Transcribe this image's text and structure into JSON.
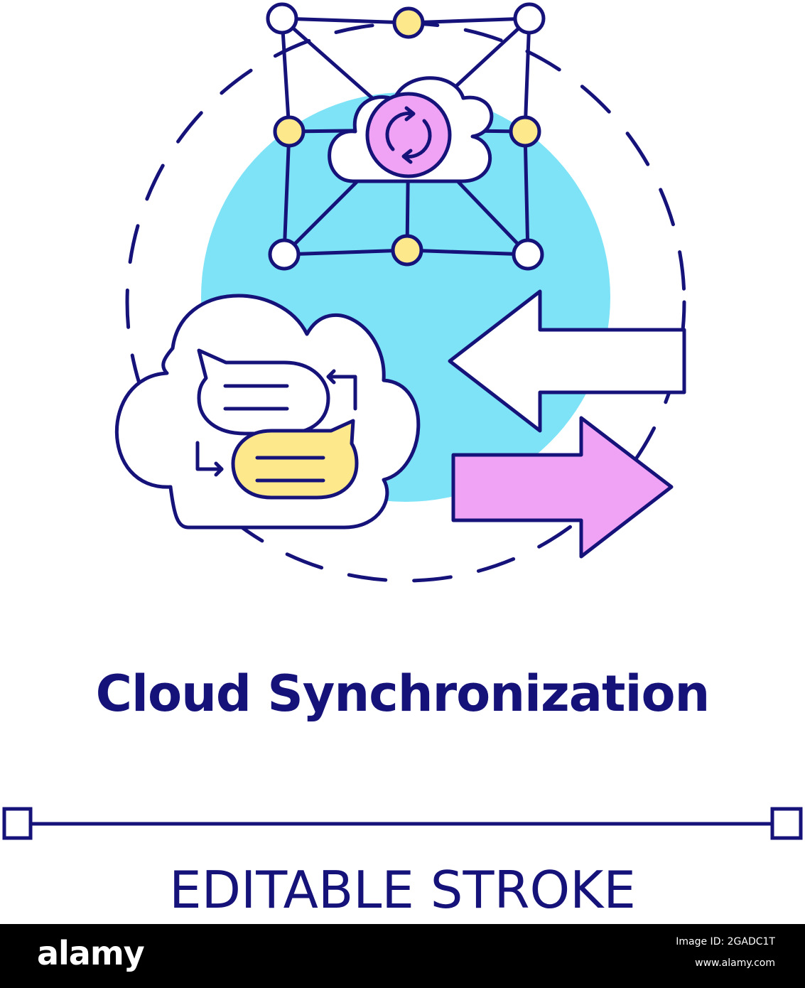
{
  "illustration": {
    "title": "Cloud Synchronization",
    "subtitle": "EDITABLE STROKE",
    "colors": {
      "outline": "#15127a",
      "blue_circle": "#7ee3f7",
      "yellow": "#fde98c",
      "purple": "#f0a3f5",
      "white": "#ffffff"
    },
    "icons": [
      "network-icon",
      "cloud-icon",
      "sync-icon",
      "chat-bubble-icon",
      "arrow-left-icon",
      "arrow-right-icon"
    ]
  },
  "footer": {
    "brand": "alamy",
    "image_id": "Image ID: 2GADC1T",
    "site": "www.alamy.com"
  }
}
